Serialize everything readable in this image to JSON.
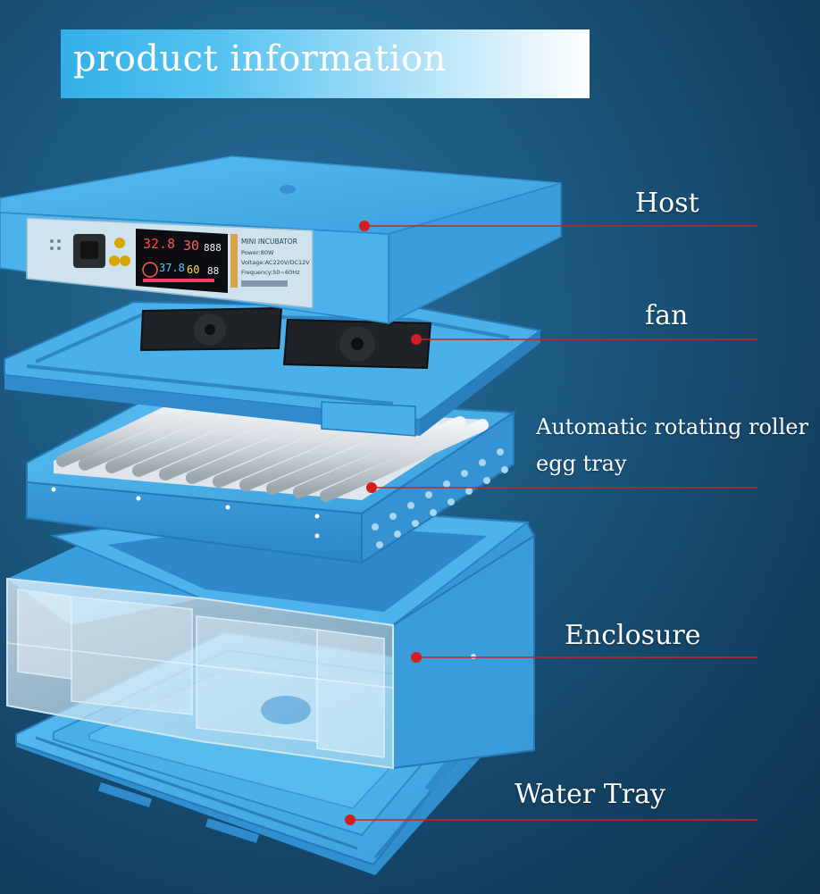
{
  "banner": {
    "title": "product information"
  },
  "labels": {
    "host": "Host",
    "fan": "fan",
    "tray_line1": "Automatic rotating roller",
    "tray_line2": "egg tray",
    "enclosure": "Enclosure",
    "water_tray": "Water Tray"
  },
  "panel": {
    "model": "MINI INCUBATOR",
    "power": "Power:80W",
    "voltage": "Voltage:AC220V/DC12V",
    "frequency": "Frequency:50~60Hz",
    "display_temp": "32.8",
    "display_hum": "30",
    "display_days": "888",
    "display_row2a": "37.8",
    "display_row2b": "60",
    "display_row2c": "88"
  },
  "colors": {
    "leader_line": "#d11f1f",
    "incubator_blue": "#3aa3e0",
    "banner_start": "#33b0e8"
  }
}
